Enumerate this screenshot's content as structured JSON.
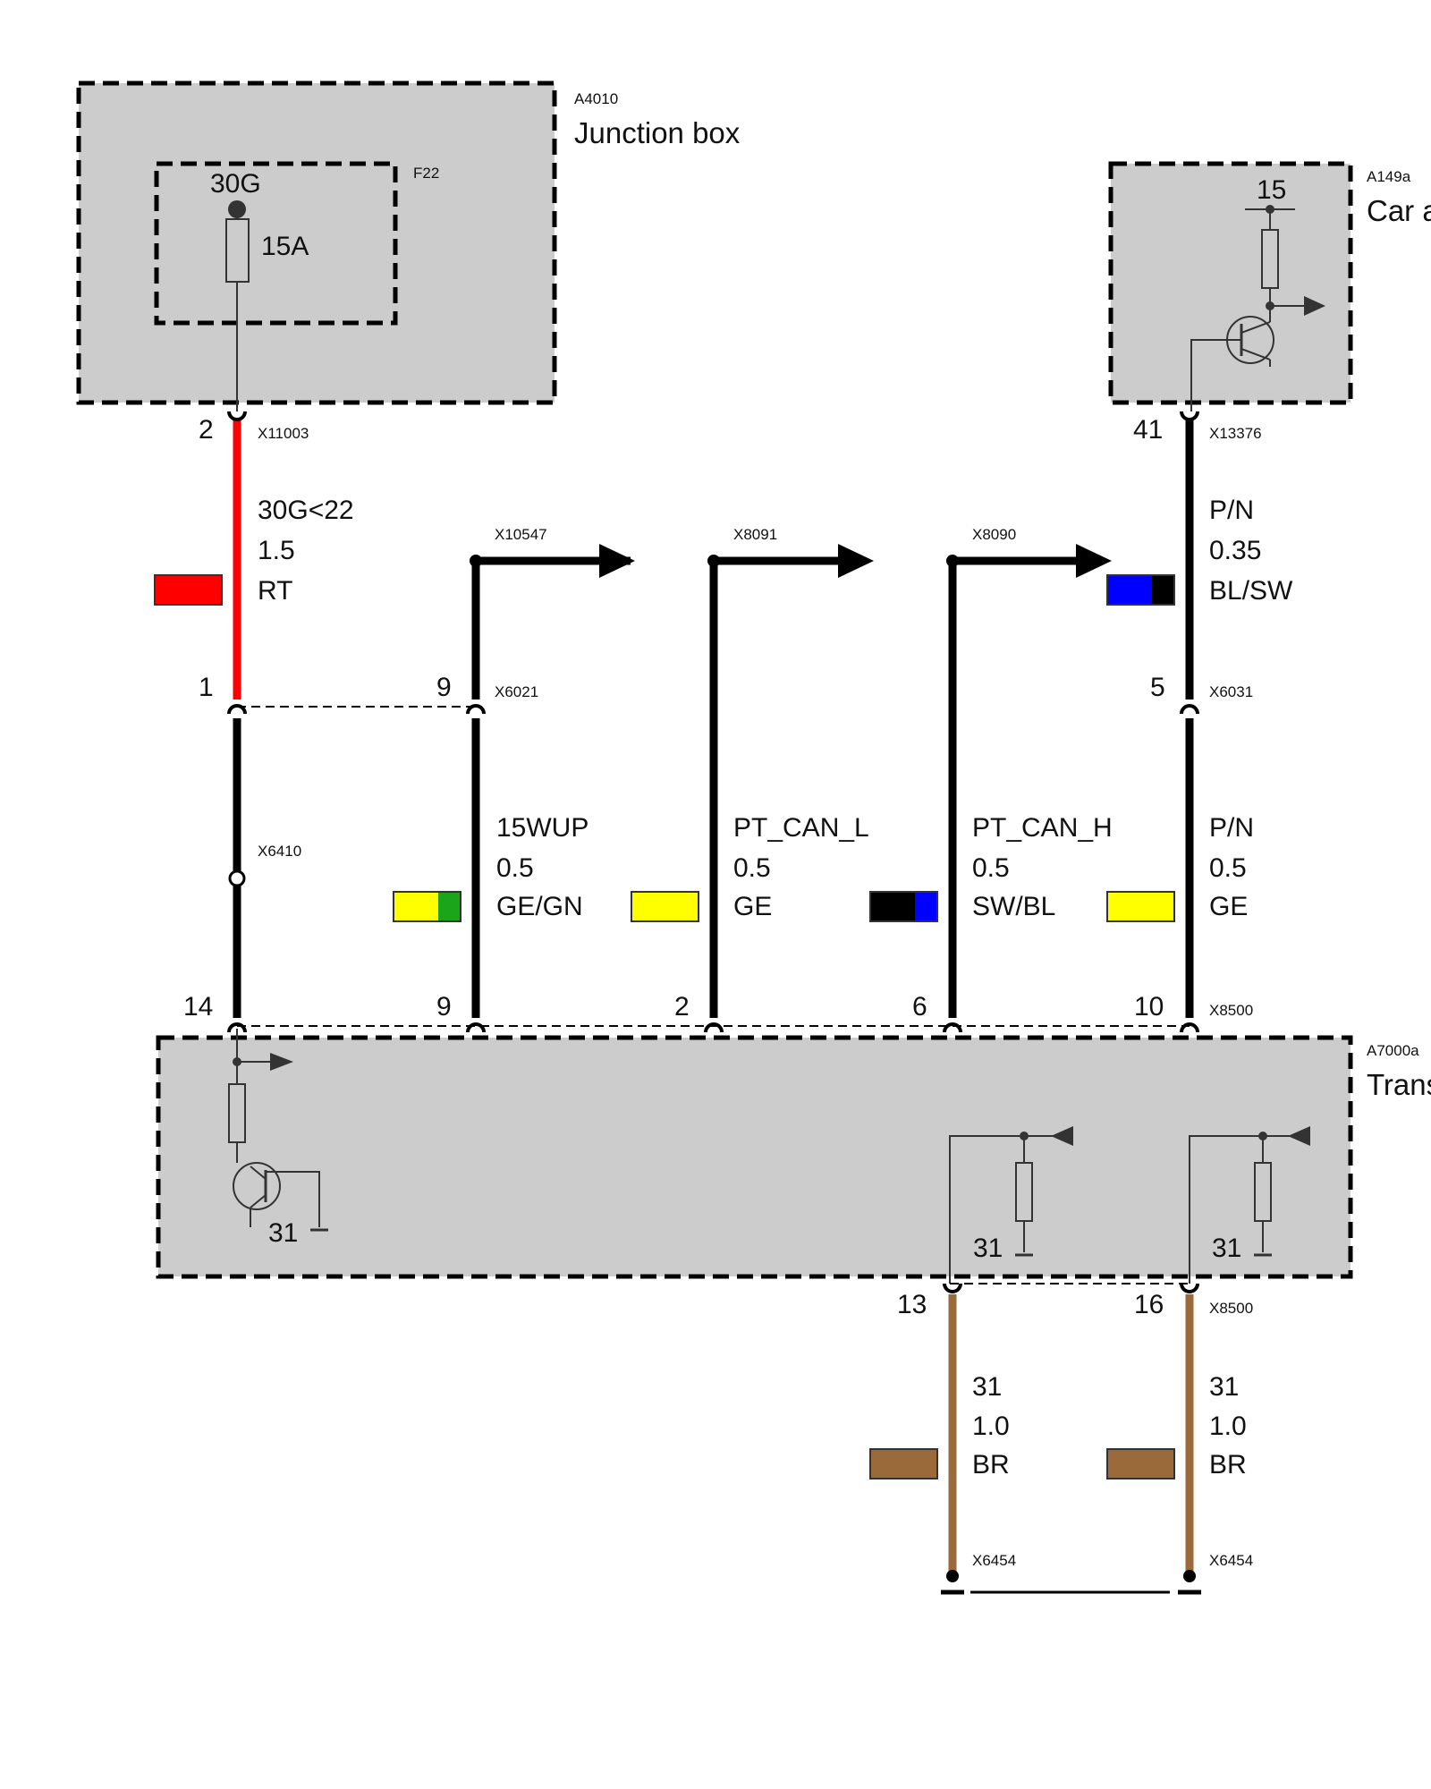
{
  "junction_box": {
    "id": "A4010",
    "name": "Junction box",
    "fuse": {
      "id": "F22",
      "terminal": "30G",
      "rating": "15A"
    },
    "pin": "2",
    "connector": "X11003"
  },
  "car_access": {
    "id": "A149a",
    "name": "Car a",
    "supply": "15",
    "pin": "41",
    "connector": "X13376"
  },
  "transmission": {
    "id": "A7000a",
    "name": "Trans",
    "ground_left": "31",
    "ground_mid": "31",
    "ground_right": "31"
  },
  "wires_upper": [
    {
      "signal": "30G<22",
      "size": "1.5",
      "color_code": "RT",
      "colors": [
        "#ff0000"
      ]
    },
    {
      "signal": "P/N",
      "size": "0.35",
      "color_code": "BL/SW",
      "colors": [
        "#0000ff",
        "#000000"
      ]
    }
  ],
  "wires_lower": [
    {
      "signal": "15WUP",
      "size": "0.5",
      "color_code": "GE/GN",
      "colors": [
        "#ffff00",
        "#1aa51a"
      ]
    },
    {
      "signal": "PT_CAN_L",
      "size": "0.5",
      "color_code": "GE",
      "colors": [
        "#ffff00"
      ]
    },
    {
      "signal": "PT_CAN_H",
      "size": "0.5",
      "color_code": "SW/BL",
      "colors": [
        "#000000",
        "#0000ff"
      ]
    },
    {
      "signal": "P/N",
      "size": "0.5",
      "color_code": "GE",
      "colors": [
        "#ffff00"
      ]
    }
  ],
  "wires_ground": [
    {
      "signal": "31",
      "size": "1.0",
      "color_code": "BR",
      "colors": [
        "#9a6a3a"
      ]
    },
    {
      "signal": "31",
      "size": "1.0",
      "color_code": "BR",
      "colors": [
        "#9a6a3a"
      ]
    }
  ],
  "connectors": {
    "x10547": "X10547",
    "x8091": "X8091",
    "x8090": "X8090",
    "x6021": "X6021",
    "x6031": "X6031",
    "x6410": "X6410",
    "x8500_top": "X8500",
    "x8500_bottom": "X8500",
    "x6454_left": "X6454",
    "x6454_right": "X6454"
  },
  "pins": {
    "x6021_left": "1",
    "x6021_right": "9",
    "x6031": "5",
    "x8500_a": "14",
    "x8500_b": "9",
    "x8500_c": "2",
    "x8500_d": "6",
    "x8500_e": "10",
    "x8500_f": "13",
    "x8500_g": "16"
  }
}
